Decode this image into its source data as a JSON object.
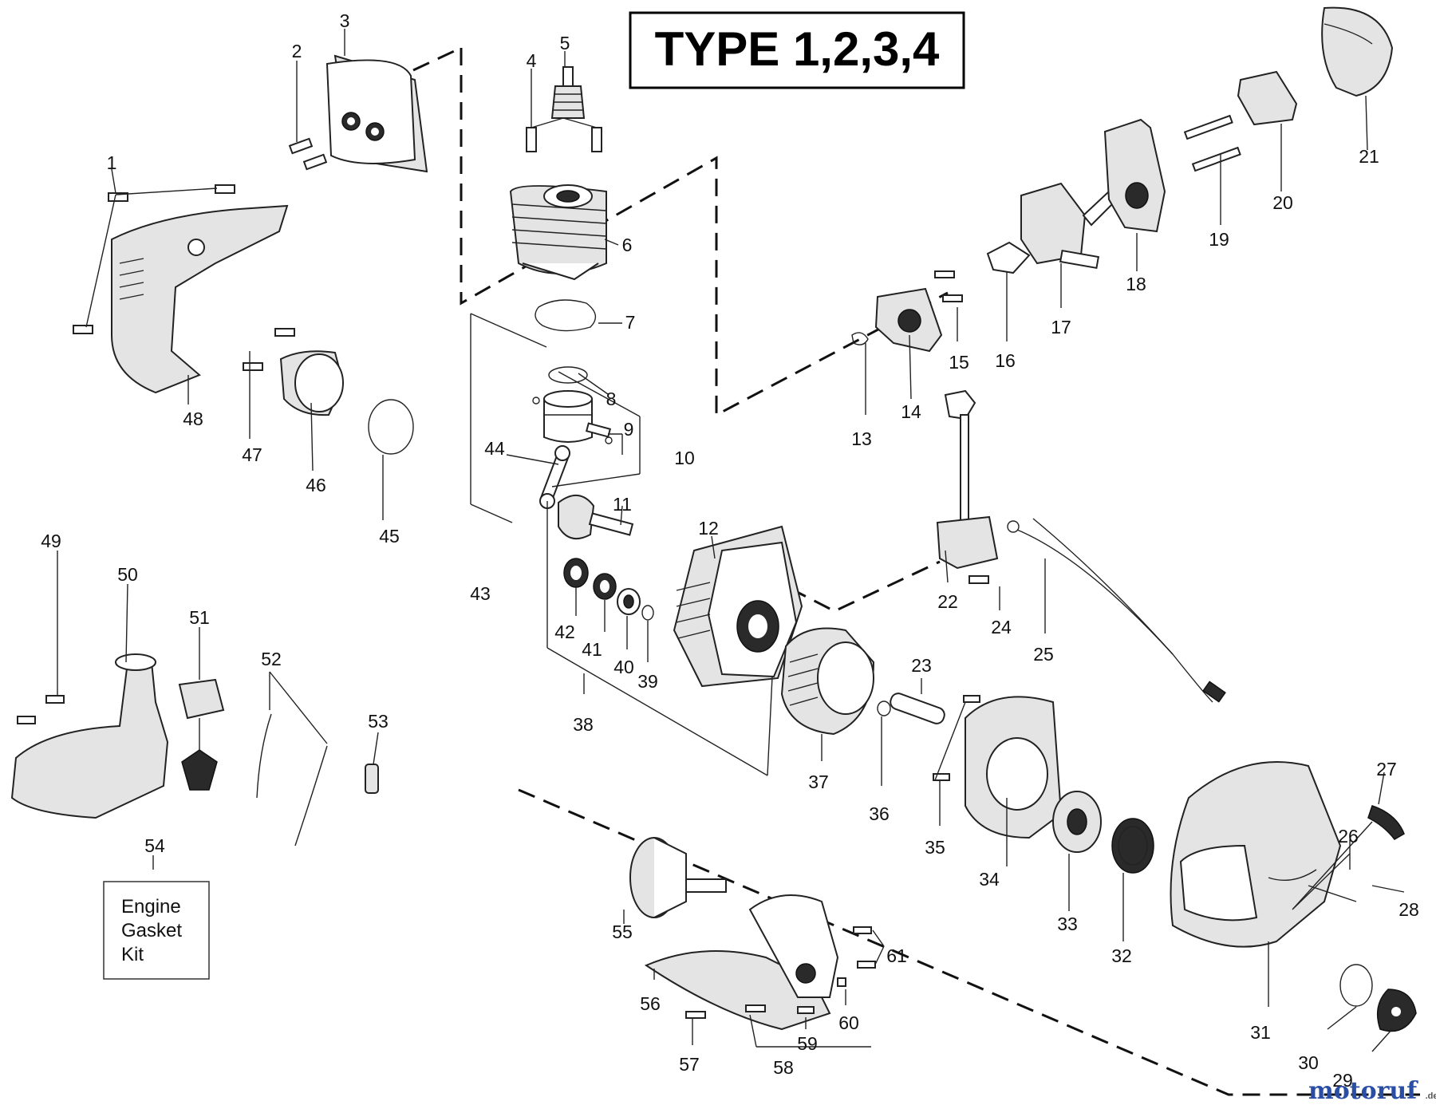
{
  "title": "TYPE 1,2,3,4",
  "kit": {
    "number": "54",
    "line1": "Engine",
    "line2": "Gasket",
    "line3": "Kit"
  },
  "watermark": {
    "brand": "motoruf",
    "suffix": ".de",
    "colors": {
      "m": "#2a4ea6",
      "o": "#d23b2f",
      "rest": "#2a4ea6"
    }
  },
  "parts": [
    "1",
    "2",
    "3",
    "4",
    "5",
    "6",
    "7",
    "8",
    "9",
    "10",
    "11",
    "12",
    "13",
    "14",
    "15",
    "16",
    "17",
    "18",
    "19",
    "20",
    "21",
    "22",
    "23",
    "24",
    "25",
    "26",
    "27",
    "28",
    "29",
    "30",
    "31",
    "32",
    "33",
    "34",
    "35",
    "36",
    "37",
    "38",
    "39",
    "40",
    "41",
    "42",
    "43",
    "44",
    "45",
    "46",
    "47",
    "48",
    "49",
    "50",
    "51",
    "52",
    "53",
    "55",
    "56",
    "57",
    "58",
    "59",
    "60",
    "61"
  ]
}
